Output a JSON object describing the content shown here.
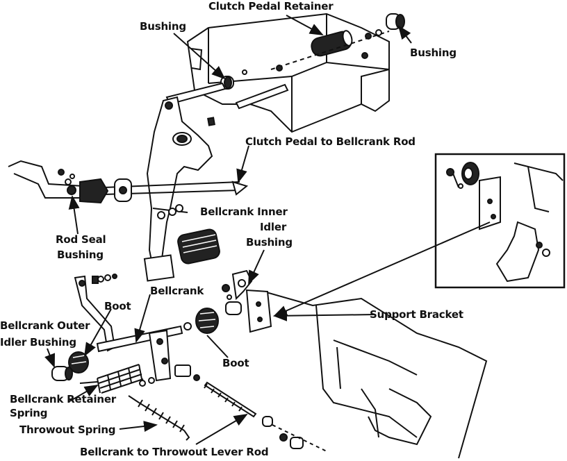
{
  "labels": {
    "clutch_pedal_retainer": "Clutch Pedal Retainer",
    "bushing_left": "Bushing",
    "bushing_right": "Bushing",
    "clutch_pedal_to_bellcrank_rod": "Clutch Pedal to Bellcrank Rod",
    "bellcrank_inner_idler_bushing_1": "Bellcrank Inner",
    "bellcrank_inner_idler_bushing_2": "Idler",
    "bellcrank_inner_idler_bushing_3": "Bushing",
    "rod_seal_bushing_1": "Rod Seal",
    "rod_seal_bushing_2": "Bushing",
    "bellcrank": "Bellcrank",
    "boot_left": "Boot",
    "boot_right": "Boot",
    "support_bracket": "Support Bracket",
    "bellcrank_outer_idler_bushing_1": "Bellcrank Outer",
    "bellcrank_outer_idler_bushing_2": "Idler Bushing",
    "bellcrank_retainer_spring_1": "Bellcrank Retainer",
    "bellcrank_retainer_spring_2": "Spring",
    "throwout_spring": "Throwout Spring",
    "bellcrank_to_throwout_lever_rod": "Bellcrank to Throwout Lever Rod"
  }
}
